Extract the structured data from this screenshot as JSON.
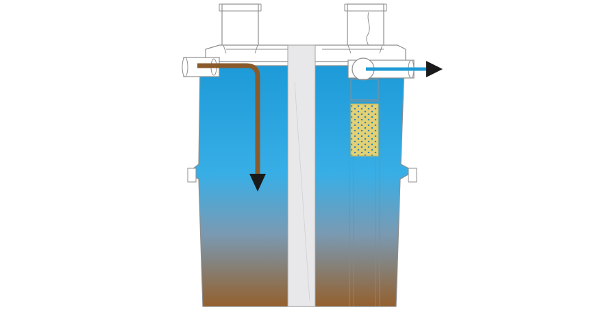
{
  "diagram": {
    "type": "septic-tank-cross-section",
    "components": [
      {
        "id": "inlet-riser",
        "label": ""
      },
      {
        "id": "outlet-riser",
        "label": ""
      },
      {
        "id": "inlet-pipe",
        "label": ""
      },
      {
        "id": "outlet-pipe",
        "label": ""
      },
      {
        "id": "baffle-wall",
        "label": ""
      },
      {
        "id": "effluent-filter",
        "label": ""
      },
      {
        "id": "tank-body",
        "label": ""
      }
    ],
    "flows": [
      {
        "id": "inflow",
        "direction": "down",
        "color": "#8a5a2b"
      },
      {
        "id": "outflow",
        "direction": "right",
        "color": "#1e9ad6"
      }
    ],
    "colors": {
      "water_top": "#1d9ad8",
      "water_mid": "#38aee6",
      "sludge_bottom": "#94602e",
      "inflow_pipe": "#8a5a2b",
      "outflow_line": "#1e9ad6",
      "filter": "#e3d174",
      "filter_dots": "#3a86b4",
      "arrow": "#1a1a1a",
      "outline": "#8e8e8e",
      "baffle": "#e8e8ea"
    }
  }
}
